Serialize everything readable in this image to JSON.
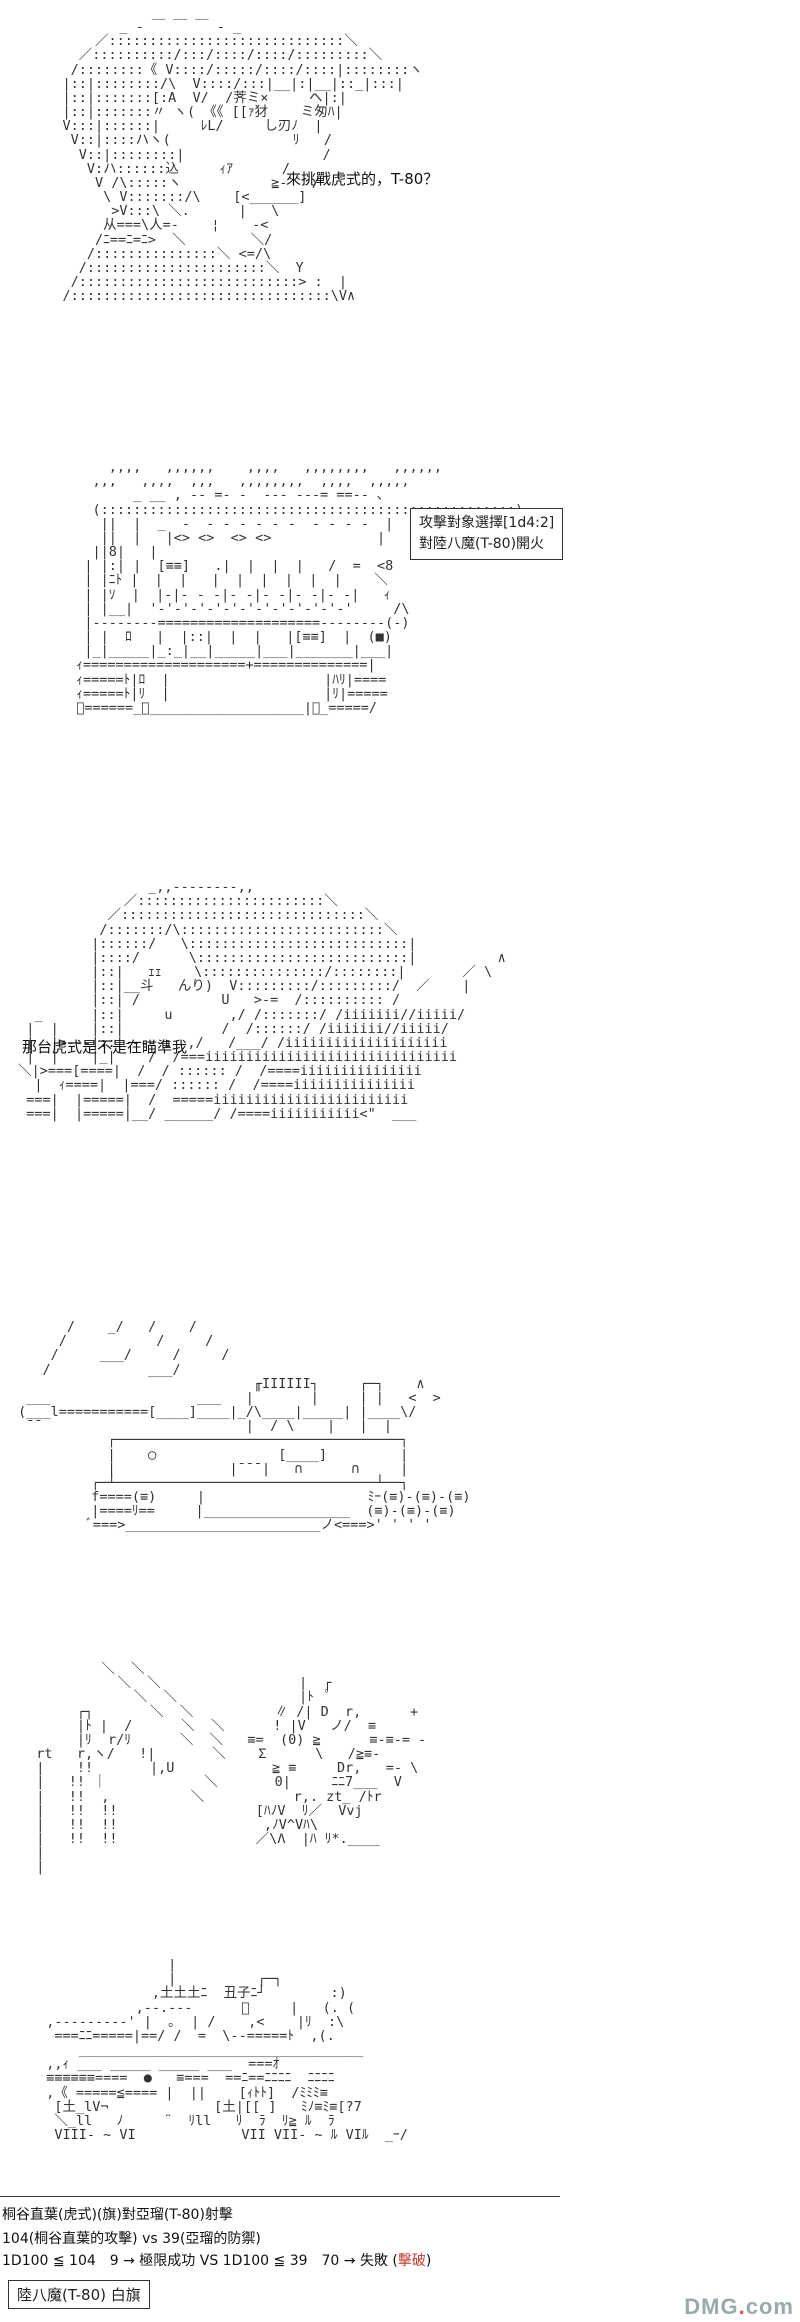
{
  "panel1": {
    "speech": "來挑戰虎式的，T-80？",
    "art": "           _ ‐ ￣ ￣ ￣ ‐ _\n        ／:::::::::::::::::::::::::::::＼\n      ／::::::::::/:::/::::/::::/:::::::::＼\n     /::::::::《 V::::/:::::/::::/::::|::::::::ヽ\n    |::|::::::::/\\  V::::/:::|__|:|__|::_|:::|\n    |::|:::::::[:A  V/  /荠ミ×     ヘ|:|\n    |::|:::::::〃 ヽ( 《《 [[ｧ犲    ミ匆ﾊ|\n    V:::|::::::|     ﾚL/     し刃ﾉ  |\n     V::|::::ハヽ(               ﾘ   /\n      V::|::::::::|                 /\n       V:ハ::::::込     ｨｱ      /\n        V /\\:::::ヽ           ≧-   /\n         \\ V:::::::/\\    [<______]\n          >V:::\\ ＼.      |   \\\n         从===\\人=-    ¦    -<\n        /ﾆ==ﾆ=ﾆ>  ＼        ＼/\n       /:::::::::::::::＼ <=/\\\n      /::::::::::::::::::::::＼  Y\n     /:::::::::::::::::::::::::::> :  |\n    /::::::::::::::::::::::::::::::::\\V∧"
  },
  "panel2": {
    "box_line1": "攻擊對象選擇[1d4:2]",
    "box_line2": "對陸八魔(T-80)開火",
    "art": "      ,,,,   ,,,,,,    ,,,,   ,,,,,,,,   ,,,,,,\n    ,,,   ,,,,  ,,,   ,,,,,,,,  ,,,,  ,,,,,\n         _ __ , -‐ =‐ ‐  -‐‐ ‐‐‐= ==‐‐ ､\n    (:::::::::::::::::::::::::::::::::::::::::::::::::::)\n     ||  |  _  ‐  ‐ ‐ ‐ ‐ ‐ ‐  ‐ ‐ ‐ ‐  |\n     ||  |   |<> <>  <> <>             |\n    ||8|   |                               |\n   | |:| |  [≡≡]   .|  |  |  |   /  =  <8\n   | |ﾆﾄ |  |  |   |  |  |  |  |  |    ＼\n   | |ｿ  |  |-|- - -|- -|- -|- -|- -|   ｨ\n   | |__|  '-'-'-'-'-'-'-'-'-'-'-'-'     /\\\n   |--------====================--------(-)\n   | |  ﾛ   |  |::|  |  |   |[≡≡]  |  (■)\n   |_|_____|_:_|__|_____|___|_______|___|\n  ｨ====================+==============|\n  ｨ=====ﾄ|ﾛ  |                   |ﾊﾘ|====\n  ｨ=====ﾄ|ﾘ  |                   |ﾘ|=====\n  ﾞ======_ﾞ___________________|ﾞ_=====/"
  },
  "panel3": {
    "speech": "那台虎式是不是在瞄準我",
    "art": "                 _,,--‐‐‐‐--,,\n              ／:::::::::::::::::::::::＼\n            ／::::::::::::::::::::::::::::::＼\n           /:::::::/\\:::::::::::::::::::::::::＼\n          |::::::/   \\:::::::::::::::::::::::::::|\n          |::::/      \\::::::::::::::::::::::::::|          ∧\n          |::|   ｪｪ    \\:::::::::::::::/::::::::|       ／ \\\n          |::|__斗   んり)  V:::::::::/:::::::::/  ／    |\n          |::| /          U   >-=  /:::::::::: /\n   _      |::|     u       ,/ /:::::::/ /iiiiiii//iiiii/\n  |  |    |::|            /  /::::::/ /iiiiiii//iiiii/\n  |  |>---|::|-----ｭ  ,/   /___/ /iiiiiiiiiiiiiiiiiiii\n  |  |    |_|    /  /===iiiiiiiiiiiiiiiiiiiiiiiiiiiiiii\n ＼|>===[====|  /  / :::::: /  /====iiiiiiiiiiiiiii\n   |  ｨ====|  |===/ :::::: /  /====iiiiiiiiiiiiiii\n  ===|  |=====|  /  =====iiiiiiiiiiiiiiiiiiiiiiii\n  ===|  |=====|__/ ______/ /====iiiiiiiiiii<\"  ___"
  },
  "panel4": {
    "art": "       /    _/   /    /\n      /           /     /\n     /     ___/     /     /\n    /            ___/\n                              ╓IIIIII┐     ┌─┐    ∧\n  ___                  ___   |       |     | |   <  >\n (___l===========[____]____|_/\\____|_____| |____\\/\n  ¯¯                         |  / \\    |   |  |\n            ┌───────────────────────────────────┐\n            |    ◯               [____]         |\n            |              |¯¯¯|   ∩      ∩     |\n          ┌─┴────────────────────────────────┴──┐\n          f====(≡)     |                    ﾐｰ(≡)-(≡)-(≡)\n          |====ﾘ==     |__________________  (≡)-(≡)-(≡)\n          ﾞ===>________________________ノ<===>' ' ' '"
  },
  "panel5": {
    "art": "          ＼  ＼\n            ＼  ＼                 |  ┌\n              ＼  ＼               |ﾄ  ﾟ\n       ┌┐       ＼  ＼          ∥ /| D  r,      +\n       |ﾄ |  /      ＼  ＼      ! |V   ノ/  ≡\n       |ﾘ  r/ﾘ      ＼  ＼   ≡=  (0) ≧      ≡-≡-= -\n  rt   r,ヽ/   !|       ＼    Σ      \\   /≧≡-\n  |    !!       |,U            ≧ ≡     Dr,   =- \\\n  |   !! ｜            ＼       0|     ﾆﾆ7___  V\n  |   !!  ,          ＼           r,. zt_ /ﾄr\n  |   !!  !!                 [ﾊﾉV  ﾘ／  Vvj\n  |   !!  !!                  ,ﾉV^Vﾊ\\\n  |   !!  !!                 ／\\Λ  |ﾊ ﾘ*.____\n  |\n  |"
  },
  "panel6": {
    "art": "                 |\n                 |          ┌─┐\n               ,土土土ﾆ  丑子ﾆ┘        :)\n             ,--.---      ﾞ     |   (. (\n  ,---------' |  ｡  | /    ,<    |ﾘ  :\\\n   ===ﾆﾆ=====|==/ /  =  \\--=====ﾄ  ,(.\n      ___________________________________\n  ,,ｨ ___ _____ _____ ___  ===ｵ\n  ≡≡≡≡≡≡====  ●   ≡===  ==ﾆ==ﾆﾆﾆﾆ  ﾆﾆﾆﾆ\n  ,《 =====≦==== |  ||    [ｨﾄﾄ]  /ﾐﾐﾐ≡\n   [土_lV¬             [土|[[ ]   ﾐﾉ≡ﾐ≡[?7\n   ＼_ll   ﾉ     ¨  ﾘll   ﾘ  ﾗ  ﾘ≧ ﾙ  ﾗ\n   VIII- ~ VI             VII VII- ~ ﾙ VIﾙ  _ｰ/"
  },
  "result": {
    "title": "桐谷直葉(虎式)(旗)對亞瑠(T-80)射擊",
    "line1": "104(桐谷直葉的攻擊) vs 39(亞瑠的防禦)",
    "line2_prefix": "1D100 ≦ 104　9 → 極限成功 VS 1D100 ≦ 39　70 → 失敗 (",
    "line2_red": "擊破",
    "line2_suffix": ")",
    "flag_text": "陸八魔(T-80) 白旗"
  },
  "watermark": {
    "text_main": "DMG",
    "text_dot": ".",
    "text_tail": "com"
  }
}
